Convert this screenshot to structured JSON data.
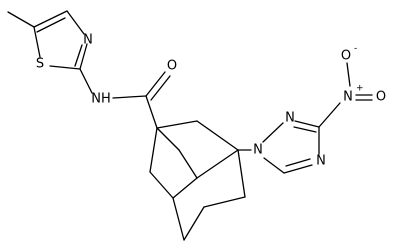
{
  "atom_labels": {
    "thiazole_s": "S",
    "thiazole_n": "N",
    "amide_nh": "NH",
    "carbonyl_o": "O",
    "triazole_n1": "N",
    "triazole_n2": "N",
    "triazole_n4": "N",
    "nitro_n": "N",
    "nitro_n_charge": "+",
    "nitro_o_top": "O",
    "nitro_o_top_charge": "-",
    "nitro_o_right": "O"
  }
}
